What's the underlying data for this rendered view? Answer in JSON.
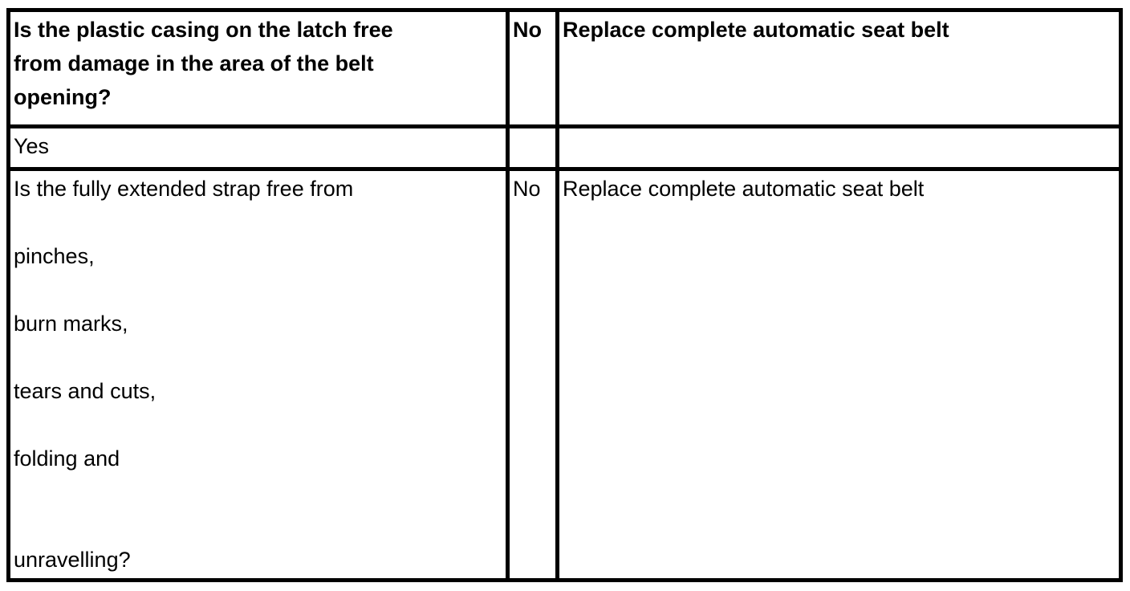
{
  "colors": {
    "background": "#ffffff",
    "border": "#000000",
    "text": "#000000"
  },
  "table": {
    "description": "seat-belt-inspection-checklist-table",
    "rows": [
      {
        "question": "Is the plastic casing on the latch free\nfrom damage in the area of the belt\nopening?",
        "answer": "No",
        "action": "Replace complete automatic seat belt",
        "bold": true
      },
      {
        "question": "Yes",
        "answer": "",
        "action": "",
        "bold": false
      },
      {
        "question": "Is the fully extended strap free from\n\npinches,\n\nburn marks,\n\ntears and cuts,\n\nfolding and\n\n\nunravelling?",
        "answer": "No",
        "action": "Replace complete automatic seat belt",
        "bold": false
      }
    ]
  }
}
